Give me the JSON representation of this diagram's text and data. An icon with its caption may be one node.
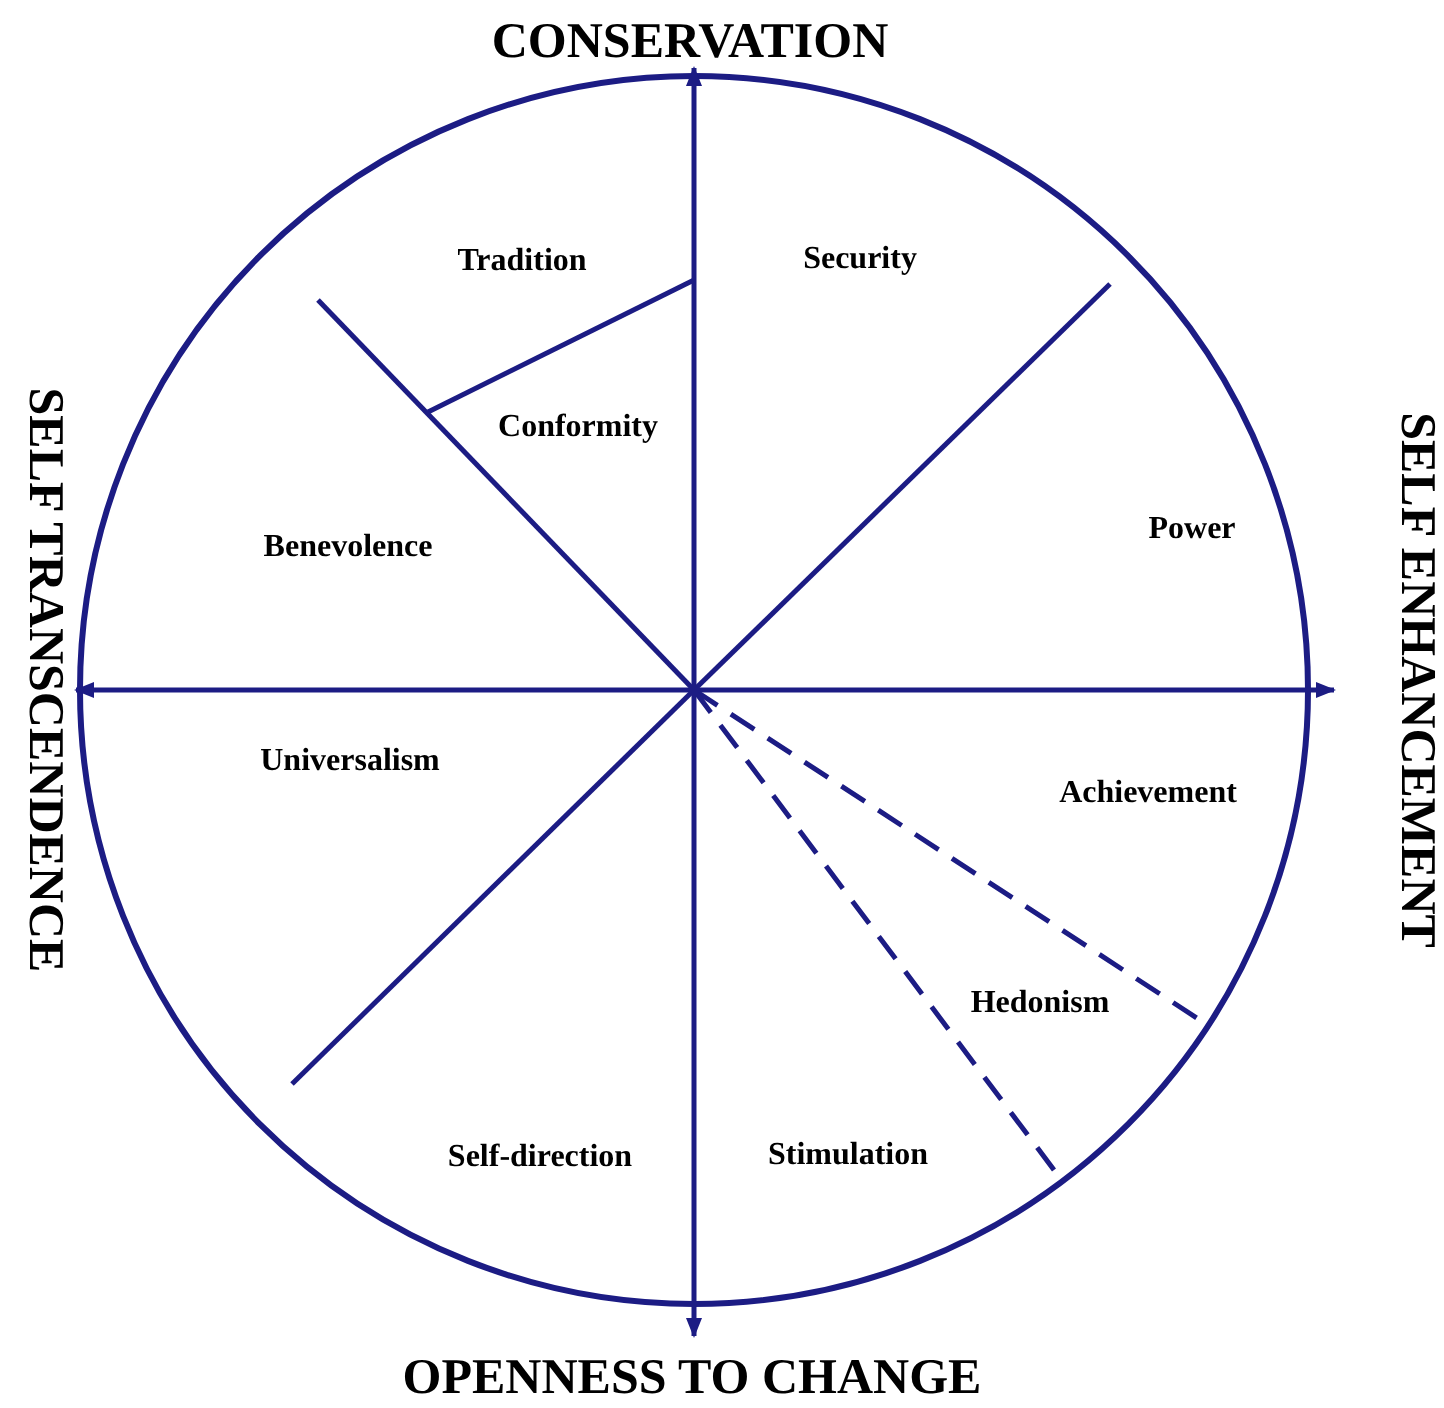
{
  "diagram": {
    "labels": [
      "CONSERVATION",
      "Tradition",
      "Security",
      "SELF TRANSCENDENCE",
      "SELF ENHANCEMENT",
      "Conformity",
      "Power",
      "Benevolence",
      "Universalism",
      "Achievement",
      "Hedonism",
      "Self-direction",
      "Stimulation",
      "OPENNESS TO CHANGE"
    ]
  }
}
